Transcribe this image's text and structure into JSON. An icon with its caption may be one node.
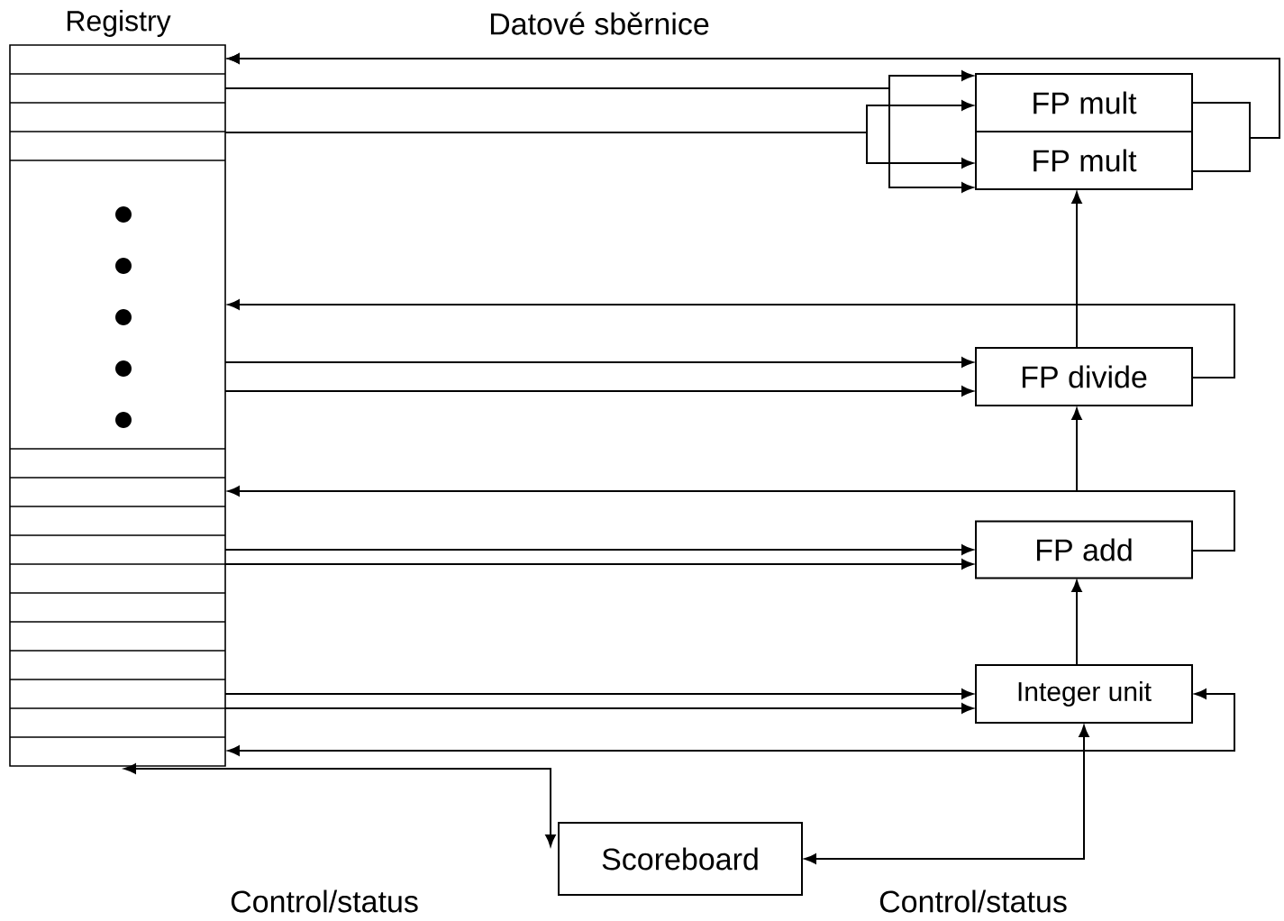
{
  "diagram": {
    "nodes": [
      {
        "text": [
          "Registry"
        ]
      },
      {
        "text": [
          "FP mult"
        ]
      },
      {
        "text": [
          "FP mult"
        ]
      },
      {
        "text": [
          "FP divide"
        ]
      },
      {
        "text": [
          "FP add"
        ]
      },
      {
        "text": [
          "Integer unit"
        ]
      },
      {
        "text": [
          "Scoreboard"
        ]
      }
    ],
    "edges": [
      {
        "from": 0,
        "to": 1,
        "arrow": "to"
      },
      {
        "from": 0,
        "to": 2,
        "arrow": "to"
      },
      {
        "from": 0,
        "to": 1,
        "arrow": "to"
      },
      {
        "from": 0,
        "to": 2,
        "arrow": "to"
      },
      {
        "from": 1,
        "to": 0,
        "arrow": "to"
      },
      {
        "from": 2,
        "to": 0,
        "arrow": "to"
      },
      {
        "from": 0,
        "to": 3,
        "arrow": "to"
      },
      {
        "from": 0,
        "to": 3,
        "arrow": "to"
      },
      {
        "from": 3,
        "to": 0,
        "arrow": "to"
      },
      {
        "from": 0,
        "to": 4,
        "arrow": "to"
      },
      {
        "from": 0,
        "to": 4,
        "arrow": "to"
      },
      {
        "from": 4,
        "to": 0,
        "arrow": "to"
      },
      {
        "from": 0,
        "to": 5,
        "arrow": "to"
      },
      {
        "from": 0,
        "to": 5,
        "arrow": "to"
      },
      {
        "from": 5,
        "to": 0,
        "arrow": "both"
      },
      {
        "from": 0,
        "to": 6,
        "arrow": "both"
      },
      {
        "from": 6,
        "to": 5,
        "arrow": "both"
      },
      {
        "from": 5,
        "to": 4,
        "arrow": "to"
      },
      {
        "from": 4,
        "to": 3,
        "arrow": "to"
      },
      {
        "from": 3,
        "to": 2,
        "arrow": "to"
      }
    ],
    "labels": [
      "Datové sběrnice",
      "Control/status",
      "Control/status"
    ]
  }
}
